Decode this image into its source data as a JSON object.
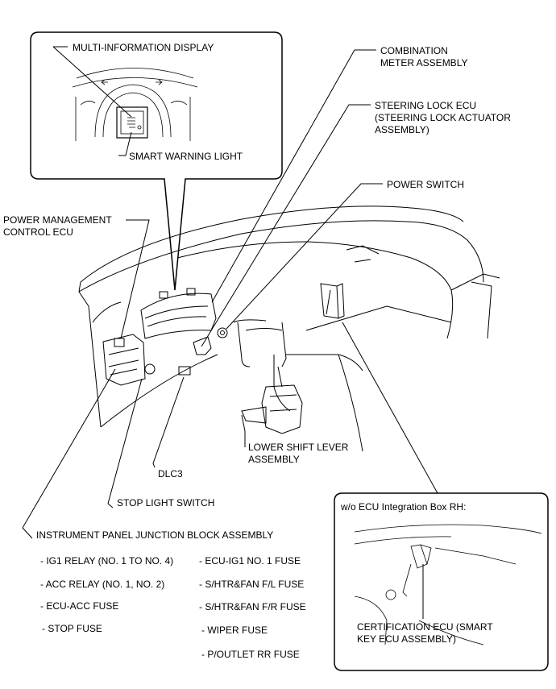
{
  "labels": {
    "multi_info_display": "MULTI-INFORMATION DISPLAY",
    "smart_warning_light": "SMART WARNING LIGHT",
    "combination_meter": "COMBINATION\nMETER ASSEMBLY",
    "steering_lock_ecu": "STEERING LOCK ECU\n(STEERING LOCK ACTUATOR\nASSEMBLY)",
    "power_switch": "POWER SWITCH",
    "power_mgmt_ecu": "POWER MANAGEMENT\nCONTROL ECU",
    "lower_shift_lever": "LOWER SHIFT LEVER\nASSEMBLY",
    "dlc3": "DLC3",
    "stop_light_switch": "STOP LIGHT SWITCH",
    "junction_block": "INSTRUMENT PANEL JUNCTION BLOCK ASSEMBLY",
    "ecu_integration_box": "w/o ECU Integration Box RH:",
    "certification_ecu": "CERTIFICATION ECU (SMART\nKEY ECU ASSEMBLY)"
  },
  "junction_block_items_left": [
    "- IG1 RELAY (NO. 1 TO NO. 4)",
    "- ACC RELAY (NO. 1, NO. 2)",
    "- ECU-ACC FUSE",
    "- STOP FUSE"
  ],
  "junction_block_items_right": [
    "- ECU-IG1 NO. 1 FUSE",
    "- S/HTR&FAN F/L FUSE",
    "- S/HTR&FAN F/R FUSE",
    "- WIPER FUSE",
    "- P/OUTLET RR FUSE"
  ]
}
